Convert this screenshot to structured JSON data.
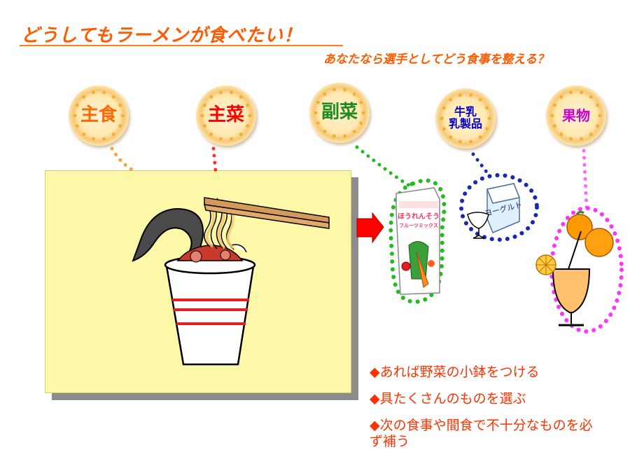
{
  "header": {
    "title": "どうしてもラーメンが食べたい！",
    "subtitle": "あなたなら選手としてどう食事を整える？"
  },
  "plates": [
    {
      "key": "staple",
      "label": "主食",
      "color": "#ff6a00"
    },
    {
      "key": "main",
      "label": "主菜",
      "color": "#ff0000"
    },
    {
      "key": "side",
      "label": "副菜",
      "color": "#1e8c1e"
    },
    {
      "key": "dairy",
      "label_line1": "牛乳",
      "label_line2": "乳製品",
      "color": "#0000cc"
    },
    {
      "key": "fruit",
      "label": "果物",
      "color": "#cc00cc"
    }
  ],
  "items": {
    "veg_juice_label_line1": "ほうれんそう",
    "veg_juice_label_line2": "フルーツミックス",
    "yogurt_label": "ヨーグルト"
  },
  "tips": {
    "bullet": "◆",
    "items": [
      "あれば野菜の小鉢をつける",
      "具たくさんのものを選ぶ",
      "次の食事や間食で不十分なものを必ず補う"
    ]
  },
  "colors": {
    "title": "#ff5a00",
    "tips": "#ff3300",
    "panel": "#fdf7a8",
    "arrow": "#ff0000"
  }
}
